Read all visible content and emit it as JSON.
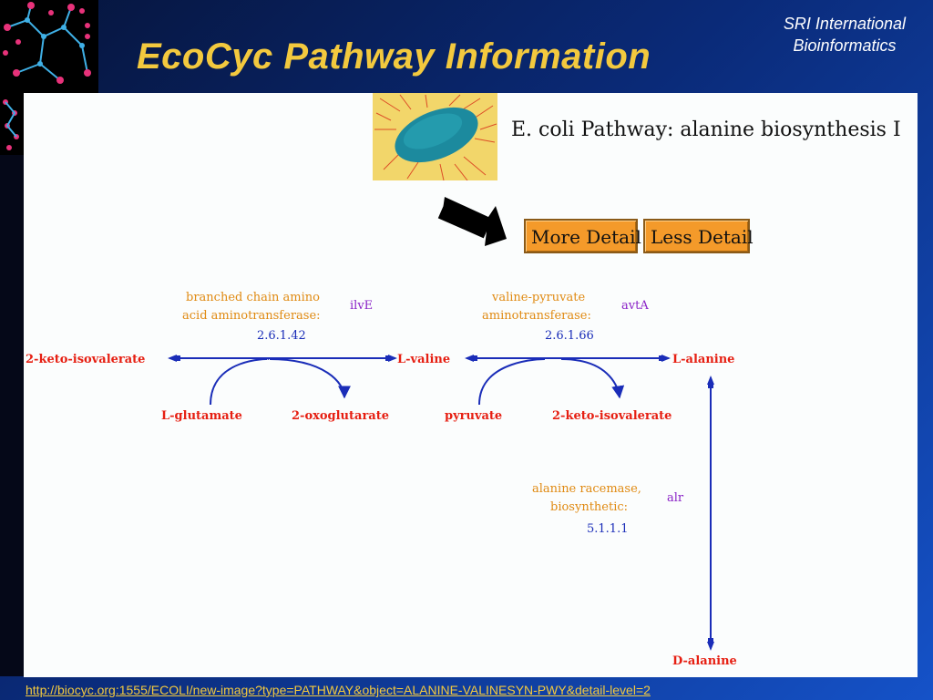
{
  "header": {
    "title": "EcoCyc Pathway Information",
    "org_line1": "SRI International",
    "org_line2": "Bioinformatics"
  },
  "page": {
    "pathway_title": "E. coli Pathway: alanine biosynthesis I",
    "more_detail_label": "More Detail",
    "less_detail_label": "Less Detail"
  },
  "pathway": {
    "compounds": {
      "keto_isovalerate_left": "2-keto-isovalerate",
      "l_valine": "L-valine",
      "l_alanine": "L-alanine",
      "l_glutamate": "L-glutamate",
      "oxoglutarate": "2-oxoglutarate",
      "pyruvate": "pyruvate",
      "keto_isovalerate_right": "2-keto-isovalerate",
      "d_alanine": "D-alanine"
    },
    "reactions": [
      {
        "enzyme_line1": "branched chain amino",
        "enzyme_line2": "acid aminotransferase:",
        "gene": "ilvE",
        "ec": "2.6.1.42"
      },
      {
        "enzyme_line1": "valine-pyruvate",
        "enzyme_line2": "aminotransferase:",
        "gene": "avtA",
        "ec": "2.6.1.66"
      },
      {
        "enzyme_line1": "alanine racemase,",
        "enzyme_line2": "biosynthetic:",
        "gene": "alr",
        "ec": "5.1.1.1"
      }
    ]
  },
  "footer": {
    "url": "http://biocyc.org:1555/ECOLI/new-image?type=PATHWAY&object=ALANINE-VALINESYN-PWY&detail-level=2"
  },
  "colors": {
    "title": "#f3c93e",
    "compound": "#e61f12",
    "enzyme": "#e08a12",
    "gene": "#8a22c7",
    "ec": "#1a2db8",
    "arrow": "#1a2db8",
    "button": "#f49a2a"
  }
}
